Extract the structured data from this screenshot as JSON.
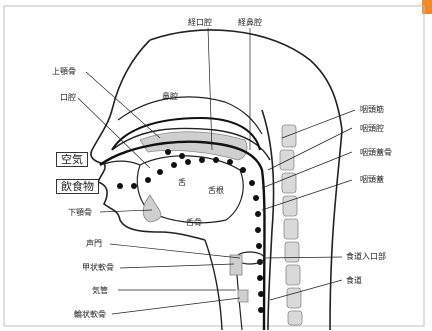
{
  "labels": {
    "keikou": "経口腔",
    "keibi": "経鼻腔",
    "jougakukotsu": "上顎骨",
    "koukou": "口腔",
    "bikuu": "鼻腔",
    "inkouten": "咽頭筋",
    "inkoukou": "咽頭腔",
    "inkougaikotsu": "咽頭蓋骨",
    "inkougai": "咽頭蓋",
    "kuuki": "空気",
    "inshokubutsu": "飲食物",
    "shita": "舌",
    "zetsukon": "舌根",
    "kagakukotsu": "下顎骨",
    "zetsukotsu": "舌骨",
    "seimon": "声門",
    "shokudou_iriguchi": "食道入口部",
    "koujou": "甲状軟骨",
    "shokudou": "食道",
    "kikan": "気管",
    "ringou": "輪状軟骨"
  },
  "colors": {
    "accent": "#f08a2a"
  }
}
